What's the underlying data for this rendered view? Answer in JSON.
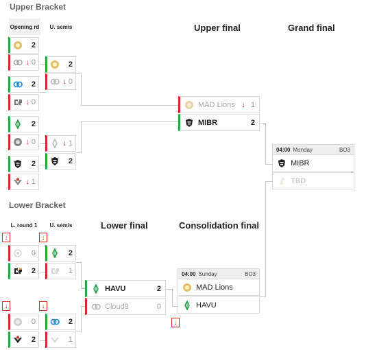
{
  "upper_bracket": {
    "title": "Upper Bracket",
    "col_opening": "Opening rd",
    "col_semis": "U. semis",
    "upper_final_title": "Upper final",
    "grand_final_title": "Grand final",
    "opening": [
      {
        "a": {
          "logo": "mad-lions-logo",
          "score": "2"
        },
        "b": {
          "logo": "cloud9-logo-grey",
          "score": "0"
        }
      },
      {
        "a": {
          "logo": "cloud9-logo",
          "score": "2"
        },
        "b": {
          "logo": "gamerlegion-logo",
          "score": "0"
        }
      },
      {
        "a": {
          "logo": "havu-logo",
          "score": "2"
        },
        "b": {
          "logo": "team-logo-circle",
          "score": "0"
        }
      },
      {
        "a": {
          "logo": "mibr-logo",
          "score": "2"
        },
        "b": {
          "logo": "wings-logo",
          "score": "1"
        }
      }
    ],
    "semis": [
      {
        "a": {
          "logo": "mad-lions-logo",
          "score": "2"
        },
        "b": {
          "logo": "cloud9-logo-grey",
          "score": "0"
        }
      },
      {
        "a": {
          "logo": "havu-logo-grey",
          "score": "1"
        },
        "b": {
          "logo": "mibr-logo",
          "score": "2"
        }
      }
    ],
    "final": {
      "a": {
        "name": "MAD Lions",
        "logo": "mad-lions-logo-grey",
        "score": "1"
      },
      "b": {
        "name": "MIBR",
        "logo": "mibr-logo",
        "score": "2"
      }
    }
  },
  "grand_final": {
    "time": "04:00",
    "day": "Monday",
    "format": "BO3",
    "a": {
      "name": "MIBR",
      "logo": "mibr-logo"
    },
    "b": {
      "name": "TBD",
      "logo": "tbd-logo"
    }
  },
  "lower_bracket": {
    "title": "Lower Bracket",
    "col_round1": "L. round 1",
    "col_semis": "U. semis",
    "lower_final_title": "Lower final",
    "consolidation_title": "Consolidation final",
    "round1": [
      {
        "a": {
          "logo": "cloud9-logo-grey",
          "score": "0"
        },
        "b": {
          "logo": "gamerlegion-logo",
          "score": "2"
        }
      },
      {
        "a": {
          "logo": "team-logo-circle",
          "score": "0"
        },
        "b": {
          "logo": "wings-logo",
          "score": "2"
        }
      }
    ],
    "semis": [
      {
        "a": {
          "logo": "havu-logo",
          "score": "2"
        },
        "b": {
          "logo": "gamerlegion-logo-grey",
          "score": "1"
        }
      },
      {
        "a": {
          "logo": "cloud9-logo",
          "score": "2"
        },
        "b": {
          "logo": "wings-logo-grey",
          "score": "1"
        }
      }
    ],
    "final": {
      "a": {
        "name": "HAVU",
        "logo": "havu-logo",
        "score": "2"
      },
      "b": {
        "name": "Cloud9",
        "logo": "cloud9-logo-grey",
        "score": "0"
      }
    },
    "consolidation": {
      "time": "04:00",
      "day": "Sunday",
      "format": "BO3",
      "a": {
        "name": "MAD Lions",
        "logo": "mad-lions-logo"
      },
      "b": {
        "name": "HAVU",
        "logo": "havu-logo"
      }
    }
  },
  "drop_arrow": "↓",
  "colors": {
    "win": "#27a838",
    "lose": "#d9262c",
    "border": "#dcdcdc",
    "connector": "#c8c8c8"
  }
}
